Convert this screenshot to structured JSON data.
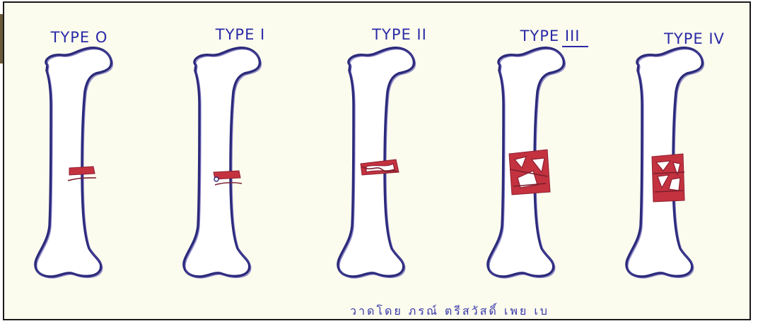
{
  "labels": {
    "type0": "TYPE O",
    "type1": "TYPE I",
    "type2": "TYPE II",
    "type3": "TYPE III",
    "type4": "TYPE IV"
  },
  "signature": "วาดโดย ภรณ์ ตรีสวัสดิ์ เพย เบ",
  "colors": {
    "ink": "#2b2a7a",
    "label": "#2a2aa8",
    "fracture": "#c4323f",
    "paper": "#fbfbee"
  }
}
